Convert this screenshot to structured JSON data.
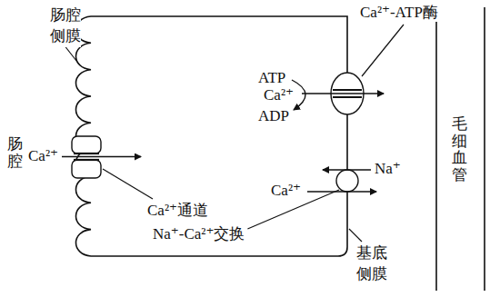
{
  "diagram": {
    "labels": [
      "Ca²⁺-ATP酶",
      "肠腔侧膜",
      "ATP",
      "Ca²⁺",
      "ADP",
      "肠腔",
      "Ca²⁺",
      "Ca²⁺通道",
      "Na⁺",
      "Ca²⁺",
      "Na⁺-Ca²⁺交换",
      "基底侧膜",
      "毛细血管"
    ]
  }
}
